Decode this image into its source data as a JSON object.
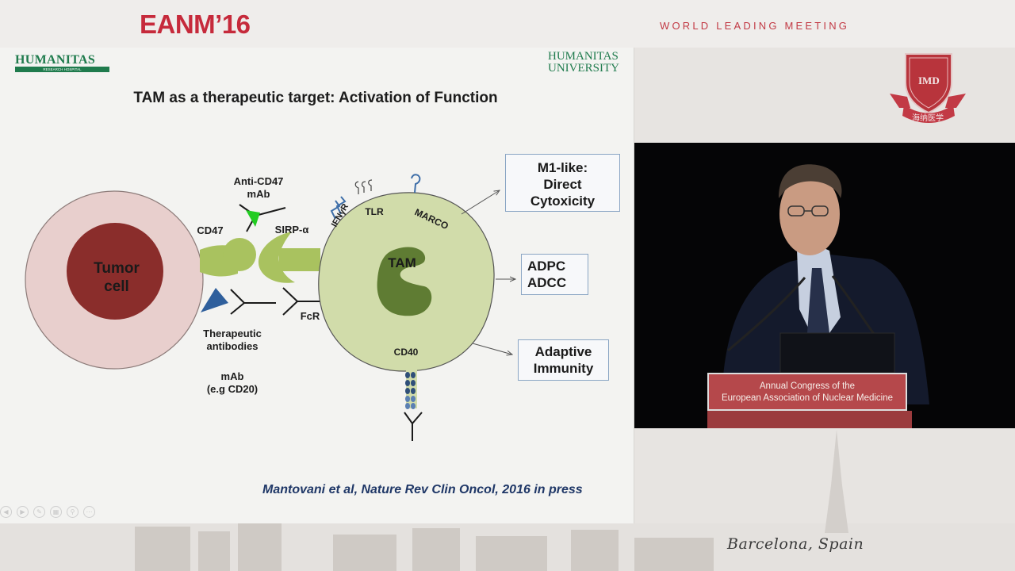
{
  "header": {
    "logo_text": "EANM’16",
    "tagline": "WORLD LEADING MEETING"
  },
  "slide": {
    "logo_left": "HUMANITAS",
    "logo_left_sub": "RESEARCH HOSPITAL",
    "logo_right_line1": "HUMANITAS",
    "logo_right_line2": "UNIVERSITY",
    "title": "TAM as a therapeutic target: Activation of Function",
    "diagram": {
      "tumor_cell": "Tumor cell",
      "tumor_cell_line1": "Tumor",
      "tumor_cell_line2": "cell",
      "tam": "TAM",
      "anti_cd47_line1": "Anti-CD47",
      "anti_cd47_line2": "mAb",
      "cd47": "CD47",
      "sirp": "SIRP-α",
      "fcr": "FcR",
      "therapeutic_line1": "Therapeutic",
      "therapeutic_line2": "antibodies",
      "mab_line1": "mAb",
      "mab_line2": "(e.g CD20)",
      "tlr": "TLR",
      "ifngr": "IFNγR",
      "marco": "MARCO",
      "cd40": "CD40",
      "box_m1_line1": "M1-like:",
      "box_m1_line2": "Direct",
      "box_m1_line3": "Cytoxicity",
      "box_adpc_line1": "ADPC",
      "box_adpc_line2": "ADCC",
      "box_adaptive_line1": "Adaptive",
      "box_adaptive_line2": "Immunity"
    },
    "citation": "Mantovani et al, Nature Rev Clin Oncol, 2016 in press"
  },
  "imd_logo": {
    "text": "IMD",
    "chinese": "海纳医学"
  },
  "video": {
    "plaque_line1": "Annual Congress of the",
    "plaque_line2": "European Association of Nuclear Medicine"
  },
  "footer": {
    "location": "Barcelona, Spain"
  },
  "colors": {
    "brand_red": "#c62a3b",
    "humanitas_green": "#1f7b4d",
    "tumor_outer": "#e8cfcd",
    "tumor_inner": "#8a2d2b",
    "tam_cell": "#d1dcaa",
    "tam_nucleus": "#5f7c33",
    "box_border": "#8aa5c4",
    "citation_blue": "#1f3767"
  },
  "nav_icons": [
    "prev-icon",
    "next-icon",
    "pen-icon",
    "slides-icon",
    "zoom-icon",
    "more-icon"
  ]
}
